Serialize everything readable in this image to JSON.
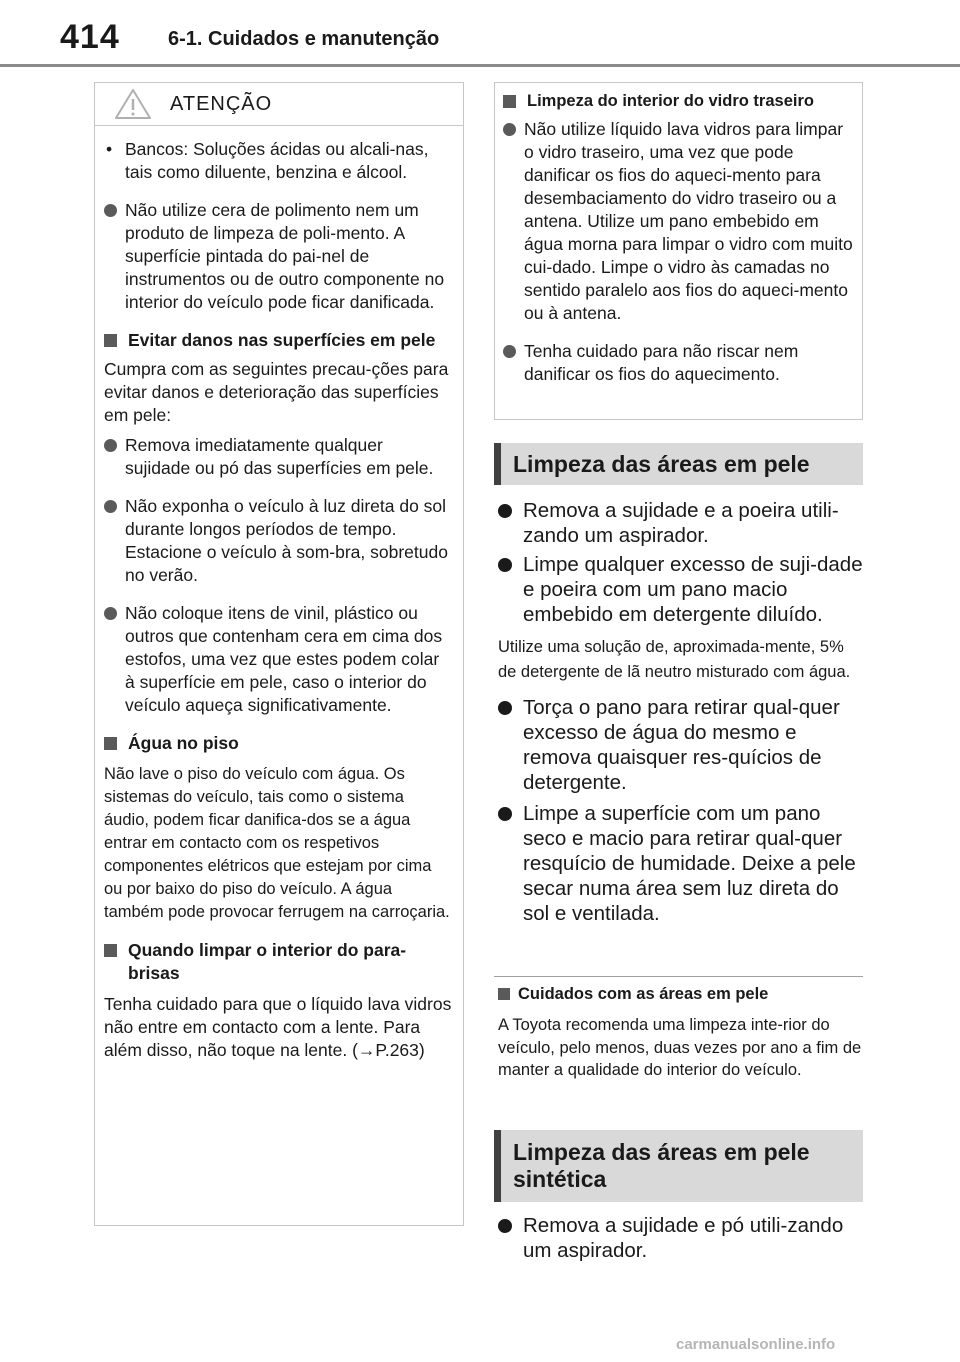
{
  "header": {
    "page_number": "414",
    "section": "6-1. Cuidados e manutenção"
  },
  "warning": {
    "icon": "warning-triangle-icon",
    "title": "ATENÇÃO",
    "items": [
      {
        "type": "dash",
        "text": "Bancos: Soluções ácidas ou alcali-nas, tais como diluente, benzina e álcool."
      },
      {
        "type": "bullet",
        "text": "Não utilize cera de polimento nem um produto de limpeza de poli-mento. A superfície pintada do pai-nel de instrumentos ou de outro componente no interior do veículo pode ficar danificada."
      },
      {
        "type": "subheading",
        "text": "Evitar danos nas superfícies em pele"
      },
      {
        "type": "para",
        "text": "Cumpra com as seguintes precau-ções para evitar danos e deterioração das superfícies em pele:"
      },
      {
        "type": "bullet",
        "text": "Remova imediatamente qualquer sujidade ou pó das superfícies em pele."
      },
      {
        "type": "bullet",
        "text": "Não exponha o veículo à luz direta do sol durante longos períodos de tempo. Estacione o veículo à som-bra, sobretudo no verão."
      },
      {
        "type": "bullet",
        "text": "Não coloque itens de vinil, plástico ou outros que contenham cera em cima dos estofos, uma vez que estes podem colar à superfície em pele, caso o interior do veículo aqueça significativamente."
      },
      {
        "type": "subheading",
        "text": "Água no piso"
      },
      {
        "type": "para",
        "text": "Não lave o piso do veículo com água. Os sistemas do veículo, tais como o sistema áudio, podem ficar danifica-dos se a água entrar em contacto com os respetivos componentes elétricos que estejam por cima ou por baixo do piso do veículo. A água também pode provocar ferrugem na carroçaria."
      },
      {
        "type": "subheading",
        "text": "Quando limpar o interior do para-brisas"
      },
      {
        "type": "para",
        "text": "Tenha cuidado para que o líquido lava vidros não entre em contacto com a lente. Para além disso, não toque na lente. (→P.263)"
      }
    ]
  },
  "rear_window": {
    "heading": "Limpeza do interior do vidro traseiro",
    "items": [
      "Não utilize líquido lava vidros para limpar o vidro traseiro, uma vez que pode danificar os fios do aqueci-mento para desembaciamento do vidro traseiro ou a antena. Utilize um pano embebido em água morna para limpar o vidro com muito cui-dado. Limpe o vidro às camadas no sentido paralelo aos fios do aqueci-mento ou à antena.",
      "Tenha cuidado para não riscar nem danificar os fios do aquecimento."
    ]
  },
  "leather": {
    "heading": "Limpeza das áreas em pele",
    "step1": "Remova a sujidade e a poeira utili-zando um aspirador.",
    "step2": "Limpe qualquer excesso de suji-dade e poeira com um pano macio embebido em detergente diluído.",
    "note": "Utilize uma solução de, aproximada-mente, 5% de detergente de lã neutro misturado com água.",
    "step3": "Torça o pano para retirar qual-quer excesso de água do mesmo e remova quaisquer res-quícios de detergente.",
    "step4": "Limpe a superfície com um pano seco e macio para retirar qual-quer resquício de humidade. Deixe a pele secar numa área sem luz direta do sol e ventilada."
  },
  "care": {
    "heading": "Cuidados com as áreas em pele",
    "text": "A Toyota recomenda uma limpeza inte-rior do veículo, pelo menos, duas vezes por ano a fim de manter a qualidade do interior do veículo."
  },
  "synthetic": {
    "heading": "Limpeza das áreas em pele sintética",
    "step1": "Remova a sujidade e pó utili-zando um aspirador."
  },
  "watermark": "carmanualsonline.info"
}
